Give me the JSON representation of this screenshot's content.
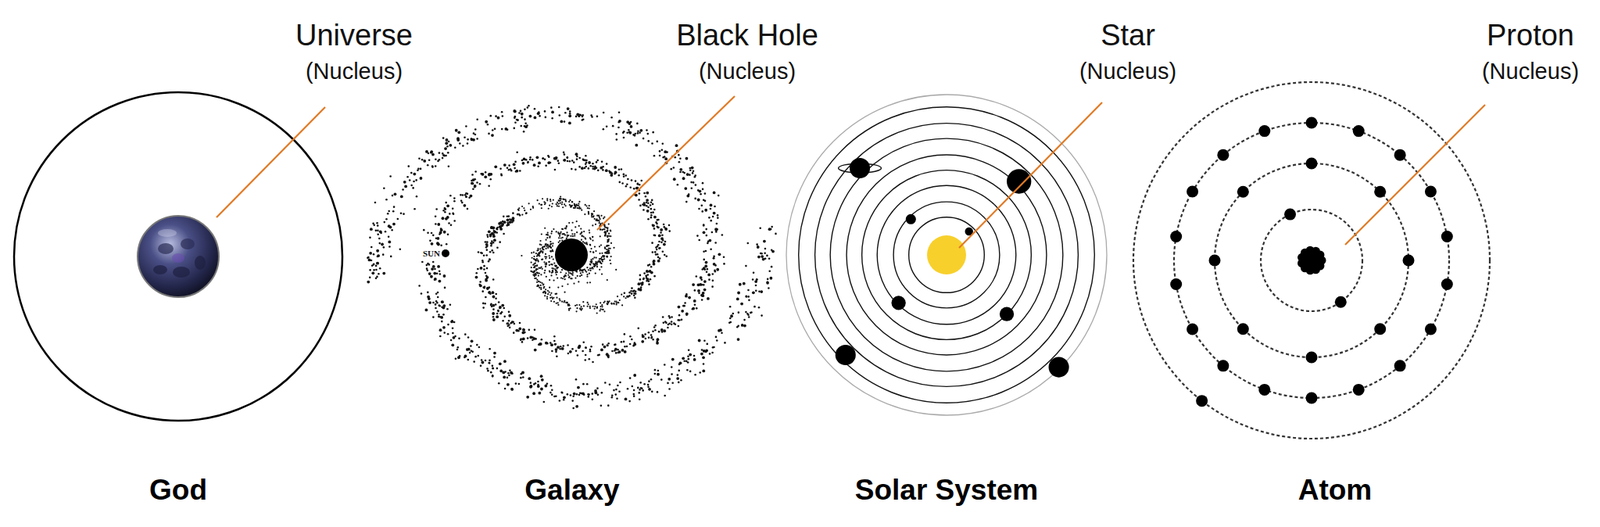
{
  "diagram": {
    "nodes": [
      {
        "text": [
          "God"
        ]
      },
      {
        "text": [
          "Galaxy"
        ]
      },
      {
        "text": [
          "Solar System"
        ]
      },
      {
        "text": [
          "Atom"
        ]
      }
    ],
    "labels": [
      "Universe",
      "(Nucleus)",
      "Black Hole",
      "(Nucleus)",
      "Star",
      "(Nucleus)",
      "Proton",
      "(Nucleus)",
      "SUN"
    ]
  }
}
